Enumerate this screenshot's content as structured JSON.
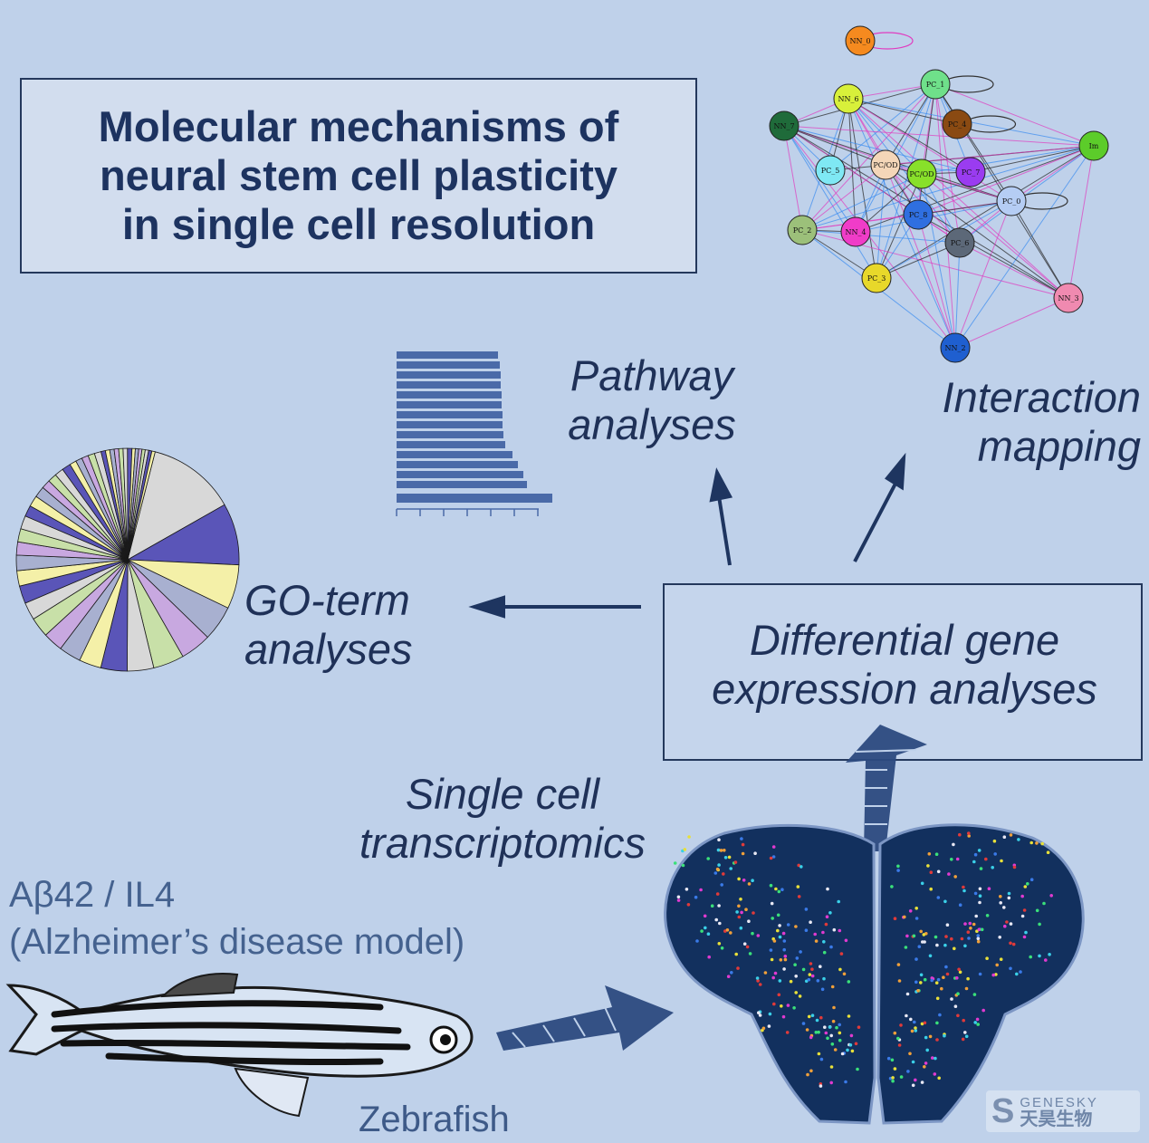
{
  "title": {
    "line1": "Molecular mechanisms of",
    "line2": "neural stem cell plasticity",
    "line3": "in single cell resolution"
  },
  "labels": {
    "pathway_1": "Pathway",
    "pathway_2": "analyses",
    "interaction_1": "Interaction",
    "interaction_2": "mapping",
    "go_1": "GO-term",
    "go_2": "analyses",
    "deg_1": "Differential gene",
    "deg_2": "expression analyses",
    "sct_1": "Single cell",
    "sct_2": "transcriptomics",
    "model_1": "Aβ42 / IL4",
    "model_2": "(Alzheimer’s disease model)",
    "zebrafish": "Zebrafish"
  },
  "network": {
    "nodes": [
      {
        "id": "NN_0",
        "color": "#f58a1f"
      },
      {
        "id": "PC_1",
        "color": "#6fe08a"
      },
      {
        "id": "NN_6",
        "color": "#d8f03a"
      },
      {
        "id": "PC_4",
        "color": "#8a4a12"
      },
      {
        "id": "NN_7",
        "color": "#1f6b3a"
      },
      {
        "id": "Im",
        "color": "#5ccc2a"
      },
      {
        "id": "PC_5",
        "color": "#7fe8f4"
      },
      {
        "id": "PC/OD",
        "color": "#f4d6b8"
      },
      {
        "id": "PC/OD",
        "color": "#88e02a"
      },
      {
        "id": "PC_7",
        "color": "#9a3cf0"
      },
      {
        "id": "PC_0",
        "color": "#b5cdf4"
      },
      {
        "id": "PC_2",
        "color": "#9cc07a"
      },
      {
        "id": "NN_4",
        "color": "#f03cc8"
      },
      {
        "id": "PC_8",
        "color": "#2f6fe0"
      },
      {
        "id": "PC_6",
        "color": "#5c6878"
      },
      {
        "id": "PC_3",
        "color": "#e8d82a"
      },
      {
        "id": "NN_3",
        "color": "#f08ab0"
      },
      {
        "id": "NN_2",
        "color": "#1f5fd0"
      }
    ]
  },
  "watermark": {
    "brand": "GENESKY",
    "cn": "天昊生物"
  },
  "colors": {
    "background": "#bfd1ea",
    "ink": "#1d3360",
    "arrow": "#1e3560"
  }
}
